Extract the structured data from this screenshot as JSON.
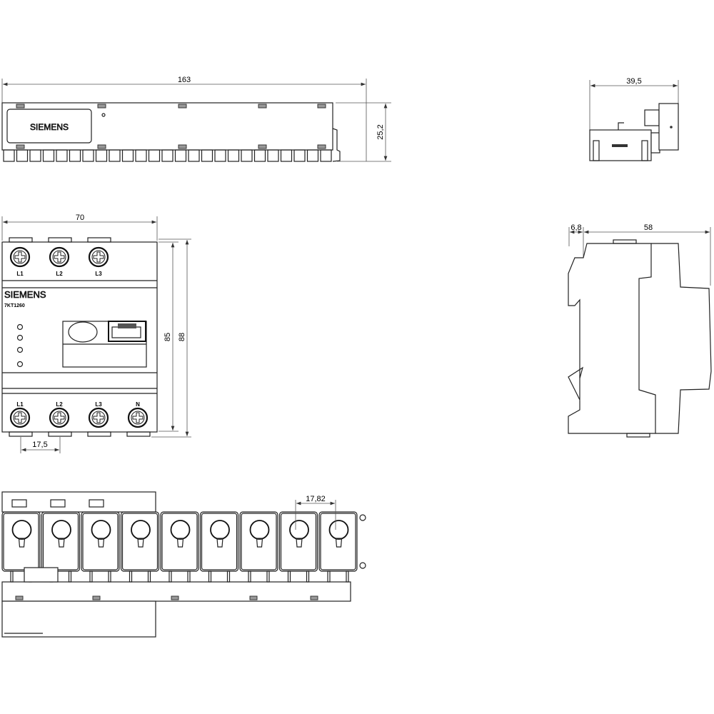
{
  "dimensions": {
    "top_width": "163",
    "top_height": "25,2",
    "top_side_depth": "39,5",
    "front_width": "70",
    "front_height_inner": "85",
    "front_height_outer": "88",
    "terminal_pitch": "17,5",
    "side_offset": "6,8",
    "side_depth": "58",
    "ct_pitch": "17,82"
  },
  "labels": {
    "brand_top": "SIEMENS",
    "brand_front": "SIEMENS",
    "model": "7KT1260",
    "top_terminals": [
      "L1",
      "L2",
      "L3"
    ],
    "bottom_terminals": [
      "L1",
      "L2",
      "L3",
      "N"
    ]
  }
}
